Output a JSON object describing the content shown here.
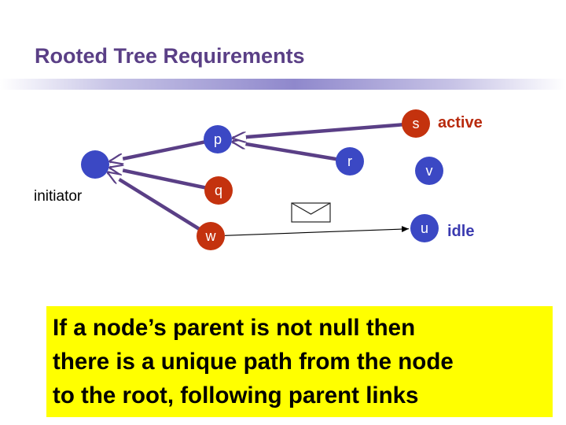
{
  "slide": {
    "title": "Rooted Tree Requirements"
  },
  "diagram": {
    "colors": {
      "node_blue": "#3b48c4",
      "node_red": "#c4320e",
      "edge": "#5a3f86",
      "message_arrow": "#000000",
      "active_label": "#b82a0d",
      "idle_label": "#3a3ab0",
      "plain_label": "#000000"
    },
    "nodes": [
      {
        "id": "root",
        "label": "",
        "state": "blue"
      },
      {
        "id": "p",
        "label": "p",
        "state": "blue"
      },
      {
        "id": "q",
        "label": "q",
        "state": "red"
      },
      {
        "id": "w",
        "label": "w",
        "state": "red"
      },
      {
        "id": "r",
        "label": "r",
        "state": "blue"
      },
      {
        "id": "s",
        "label": "s",
        "state": "red"
      },
      {
        "id": "v",
        "label": "v",
        "state": "blue"
      },
      {
        "id": "u",
        "label": "u",
        "state": "blue"
      }
    ],
    "parent_links": [
      {
        "from": "p",
        "to": "root"
      },
      {
        "from": "q",
        "to": "root"
      },
      {
        "from": "w",
        "to": "root"
      },
      {
        "from": "r",
        "to": "p"
      },
      {
        "from": "s",
        "to": "p"
      }
    ],
    "message": {
      "from": "w",
      "to": "u",
      "icon": "envelope-icon"
    },
    "annotations": {
      "initiator": "initiator",
      "active": "active",
      "idle": "idle"
    }
  },
  "callout": {
    "lines": [
      "If  a node’s parent is not null then",
      "there is a unique path from the node",
      "to the root, following parent links"
    ]
  }
}
